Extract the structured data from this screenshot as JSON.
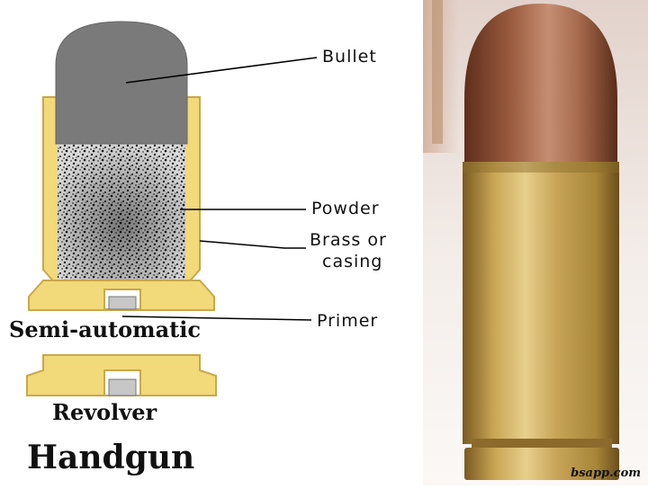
{
  "diagram": {
    "labels": {
      "bullet": "Bullet",
      "powder": "Powder",
      "brass_line1": "Brass or",
      "brass_line2": "casing",
      "primer": "Primer"
    },
    "captions": {
      "semi_automatic": "Semi-automatic",
      "revolver": "Revolver",
      "title": "Handgun"
    },
    "colors": {
      "bullet": "#7a7a7a",
      "casing": "#f2d97a",
      "casing_outline": "#c9a84a",
      "powder_dark": "#222222",
      "photo_bullet": "#9b5a3d",
      "photo_brass": "#c5a25a"
    }
  },
  "photo": {
    "subject": "9mm cartridge photograph",
    "watermark": "bsapp.com"
  }
}
